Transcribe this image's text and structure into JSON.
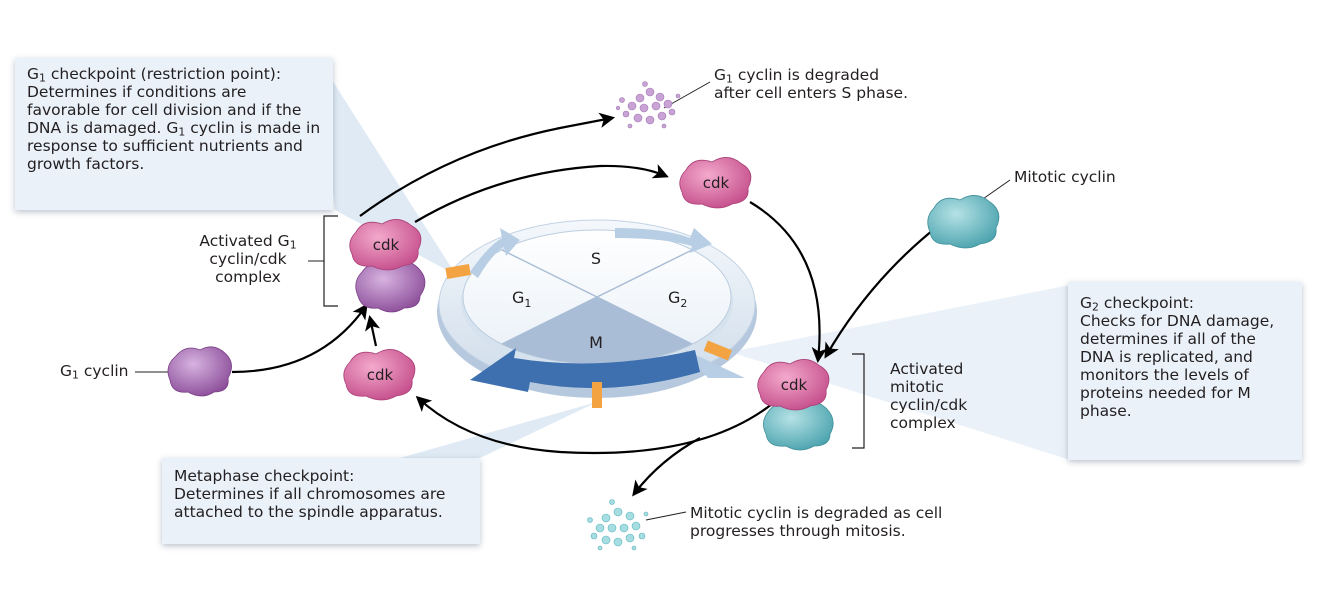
{
  "phases": {
    "s": "S",
    "g1_main": "G",
    "g1_sub": "1",
    "g2_main": "G",
    "g2_sub": "2",
    "m": "M"
  },
  "cdk_label": "cdk",
  "g1_checkpoint": {
    "l1_main": "G",
    "l1_sub": "1",
    "l1_rest": " checkpoint (restriction point):",
    "l2": "Determines if conditions are",
    "l3": "favorable for cell division and if the",
    "l4_pre": "DNA is damaged. G",
    "l4_sub": "1",
    "l4_rest": " cyclin is made in",
    "l5": "response to sufficient nutrients and",
    "l6": "growth factors."
  },
  "g2_checkpoint": {
    "l1_main": "G",
    "l1_sub": "2",
    "l1_rest": " checkpoint:",
    "l2": "Checks for DNA damage,",
    "l3": "determines if all of the",
    "l4": "DNA is replicated, and",
    "l5": "monitors the levels of",
    "l6": "proteins needed for M",
    "l7": "phase."
  },
  "metaphase_checkpoint": {
    "l1": "Metaphase checkpoint:",
    "l2": "Determines if all chromosomes are",
    "l3": "attached to the spindle apparatus."
  },
  "activated_g1": {
    "l1_pre": "Activated G",
    "l1_sub": "1",
    "l2": "cyclin/cdk",
    "l3": "complex"
  },
  "activated_mitotic": {
    "l1": "Activated",
    "l2": "mitotic",
    "l3": "cyclin/cdk",
    "l4": "complex"
  },
  "g1_cyclin": {
    "main": "G",
    "sub": "1",
    "rest": " cyclin"
  },
  "g1_degraded": {
    "l1_main": "G",
    "l1_sub": "1",
    "l1_rest": " cyclin is degraded",
    "l2": "after cell enters S phase."
  },
  "mitotic_cyclin": "Mitotic cyclin",
  "mitotic_degraded": {
    "l1": "Mitotic cyclin is degraded as cell",
    "l2": "progresses through mitosis."
  },
  "colors": {
    "cdk_pink": "#d6619a",
    "g1_cyclin_purple": "#9a5aa6",
    "mitotic_cyclin_teal": "#5fb3bd",
    "checkpoint_orange": "#f3a341",
    "box_bg": "#eaf1f9",
    "wheel_blue": "#c9d9ea",
    "m_sector": "#a9bdd6"
  }
}
